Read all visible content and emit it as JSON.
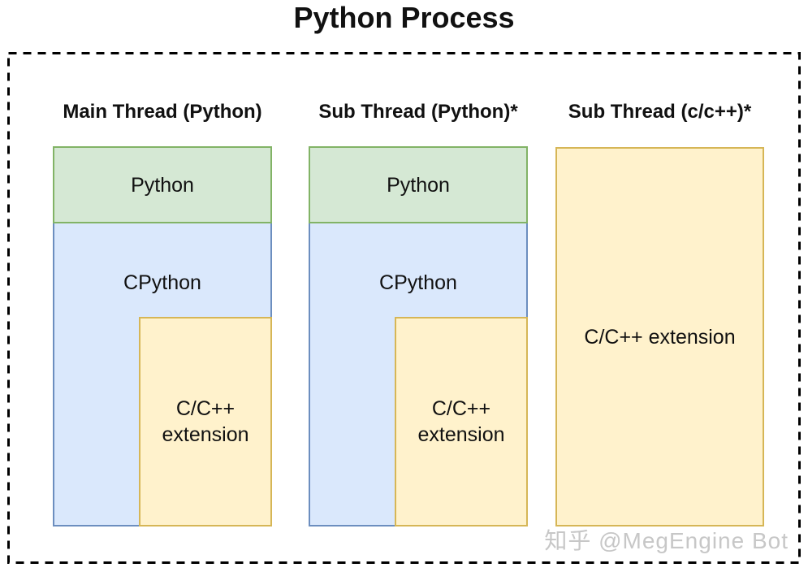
{
  "title": "Python Process",
  "watermark": "知乎 @MegEngine Bot",
  "palette": {
    "green-fill": "#d5e8d4",
    "green-stroke": "#82b366",
    "blue-fill": "#dae8fc",
    "blue-stroke": "#6c8ebf",
    "yellow-fill": "#fff2cc",
    "yellow-stroke": "#d6b656",
    "frame-stroke": "#000000",
    "watermark-color": "#c7c7c7"
  },
  "columns": [
    {
      "header": "Main Thread (Python)",
      "python_label": "Python",
      "cpython_label": "CPython",
      "extension_label": "C/C++ extension"
    },
    {
      "header": "Sub Thread (Python)*",
      "python_label": "Python",
      "cpython_label": "CPython",
      "extension_label": "C/C++ extension"
    },
    {
      "header": "Sub Thread (c/c++)*",
      "extension_label": "C/C++ extension"
    }
  ]
}
